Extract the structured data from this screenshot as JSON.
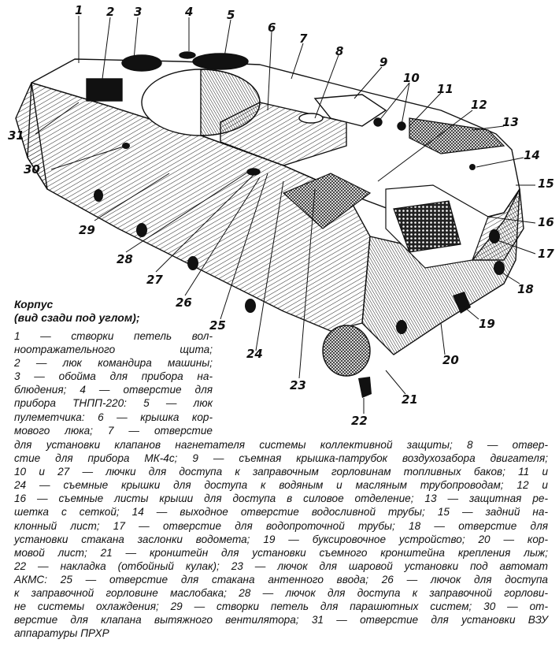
{
  "callouts": [
    {
      "n": "1"
    },
    {
      "n": "2"
    },
    {
      "n": "3"
    },
    {
      "n": "4"
    },
    {
      "n": "5"
    },
    {
      "n": "6"
    },
    {
      "n": "7"
    },
    {
      "n": "8"
    },
    {
      "n": "9"
    },
    {
      "n": "10"
    },
    {
      "n": "11"
    },
    {
      "n": "12"
    },
    {
      "n": "13"
    },
    {
      "n": "14"
    },
    {
      "n": "15"
    },
    {
      "n": "16"
    },
    {
      "n": "17"
    },
    {
      "n": "18"
    },
    {
      "n": "19"
    },
    {
      "n": "20"
    },
    {
      "n": "21"
    },
    {
      "n": "22"
    },
    {
      "n": "23"
    },
    {
      "n": "24"
    },
    {
      "n": "25"
    },
    {
      "n": "26"
    },
    {
      "n": "27"
    },
    {
      "n": "28"
    },
    {
      "n": "29"
    },
    {
      "n": "30"
    },
    {
      "n": "31"
    }
  ],
  "caption": {
    "title_line1": "Корпус",
    "title_line2": "(вид сзади под углом);",
    "narrow_lines": [
      "1 — створки петель вол-",
      "ноотражательного щита;",
      "2 — люк командира машины;",
      "3 — обойма для прибора на-",
      "блюдения; 4 — отверстие для",
      "прибора ТНПП-220: 5 — люк",
      "пулеметчика: 6 — крышка кор-",
      "мового люка; 7 — отверстие"
    ],
    "wide_lines": [
      "для установки клапанов нагнетателя системы коллективной защиты; 8 — отвер-",
      "стие для прибора МК-4с; 9 — съемная крышка-патрубок воздухозабора двигателя;",
      "10 и 27 — лючки для доступа к заправочным горловинам топливных баков; 11 и",
      "24 — съемные крышки для доступа к водяным и масляным трубопроводам; 12 и",
      "16 — съемные листы крыши для доступа в силовое отделение; 13 — защитная ре-",
      "шетка с сеткой; 14 — выходное отверстие водосливной трубы; 15 — задний на-",
      "клонный лист; 17 — отверстие для водопроточной трубы; 18 — отверстие для",
      "установки стакана заслонки водомета; 19 — буксировочное устройство; 20 — кор-",
      "мовой лист; 21 — кронштейн для установки съемного кронштейна крепления лыж;",
      "22 — накладка (отбойный кулак); 23 — лючок для шаровой установки под автомат",
      "АКМС: 25 — отверстие для стакана антенного ввода; 26 — лючок для доступа",
      "к заправочной горловине маслобака; 28 — лючок для доступа к заправочной горлови-",
      "не системы охлаждения; 29 — створки петель для парашютных систем; 30 — от-",
      "верстие для клапана вытяжного вентилятора; 31 — отверстие для установки ВЗУ",
      "аппаратуры ПРХР"
    ]
  }
}
